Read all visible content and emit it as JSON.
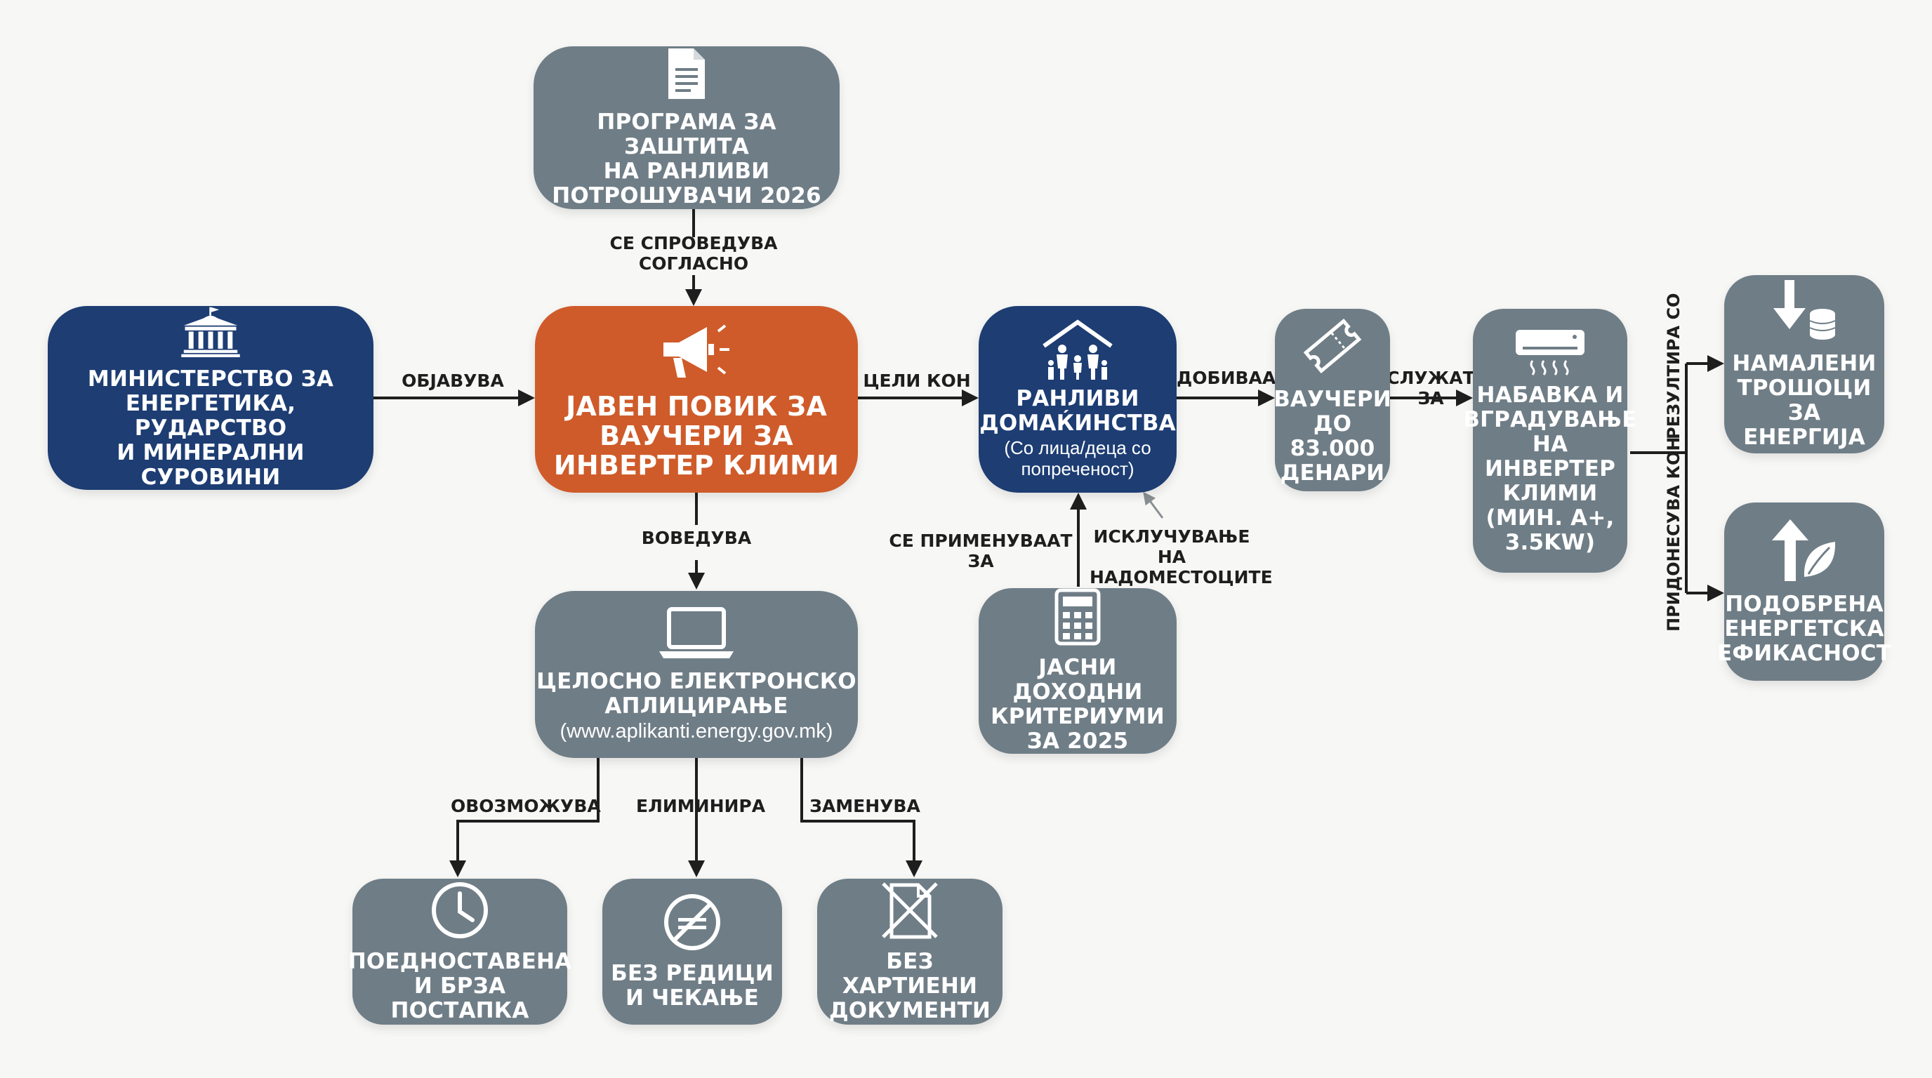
{
  "nodes": {
    "program": {
      "title": "ПРОГРАМА ЗА ЗАШТИТА\nНА РАНЛИВИ\nПОТРОШУВАЧИ 2026",
      "icon": "document-icon"
    },
    "ministry": {
      "title": "МИНИСТЕРСТВО ЗА\nЕНЕРГЕТИКА, РУДАРСТВО\nИ МИНЕРАЛНИ СУРОВИНИ",
      "icon": "government-building-icon"
    },
    "call": {
      "title": "ЈАВЕН ПОВИК ЗА\nВАУЧЕРИ ЗА\nИНВЕРТЕР КЛИМИ",
      "icon": "megaphone-icon"
    },
    "households": {
      "title": "РАНЛИВИ\nДОМАЌИНСТВА",
      "subtitle": "(Со лица/деца со\nпопреченост)",
      "icon": "family-house-icon"
    },
    "vouchers": {
      "title": "ВАУЧЕРИ\nДО 83.000\nДЕНАРИ",
      "icon": "ticket-icon"
    },
    "procurement": {
      "title": "НАБАВКА И\nВГРАДУВАЊЕ\nНА\nИНВЕРТЕР\nКЛИМИ\n(Мин. А+,\n3.5kW)",
      "icon": "air-conditioner-icon"
    },
    "lower_costs": {
      "title": "НАМАЛЕНИ\nТРОШОЦИ ЗА\nЕНЕРГИЈА",
      "icon": "down-arrow-coins-icon"
    },
    "efficiency": {
      "title": "ПОДОБРЕНА\nЕНЕРГЕТСКА\nЕФИКАСНОСТ",
      "icon": "up-arrow-leaf-icon"
    },
    "electronic": {
      "title": "ЦЕЛОСНО ЕЛЕКТРОНСКО\nАПЛИЦИРАЊЕ",
      "subtitle": "(www.aplikanti.energy.gov.mk)",
      "icon": "laptop-icon"
    },
    "income": {
      "title": "ЈАСНИ ДОХОДНИ\nКРИТЕРИУМИ\nЗА 2025",
      "icon": "calculator-icon"
    },
    "simple": {
      "title": "ПОЕДНОСТАВЕНА\nИ БРЗА ПОСТАПКА",
      "icon": "clock-icon"
    },
    "no_queue": {
      "title": "БЕЗ РЕДИЦИ\nИ ЧЕКАЊЕ",
      "icon": "no-queue-icon"
    },
    "no_paper": {
      "title": "БЕЗ ХАРТИЕНИ\nДОКУМЕНТИ",
      "icon": "no-paper-icon"
    }
  },
  "edges": {
    "implemented": "СЕ СПРОВЕДУВА\nСОГЛАСНО",
    "announces": "ОБЈАВУВА",
    "targets": "ЦЕЛИ КОН",
    "receive": "ДОБИВААТ",
    "serve_for": "СЛУЖАТ\nЗА",
    "results_in": "РЕЗУЛТИРА СО",
    "contributes": "ПРИДОНЕСУВА КОН",
    "introduces": "ВОВЕДУВА",
    "applied_for": "СЕ ПРИМЕНУВААТ ЗА",
    "exclusion": "ИСКЛУЧУВАЊЕ НА\nНАДОМЕСТОЦИТЕ",
    "enables": "ОВОЗМОЖУВА",
    "eliminates": "ЕЛИМИНИРА",
    "replaces": "ЗАМЕНУВА"
  },
  "colors": {
    "gray_node": "#6f7d86",
    "navy_node": "#1d3d73",
    "orange_node": "#cf5b2a",
    "connector": "#1e1e1e",
    "faint_connector": "#8a8f93",
    "background": "#f7f7f5"
  }
}
